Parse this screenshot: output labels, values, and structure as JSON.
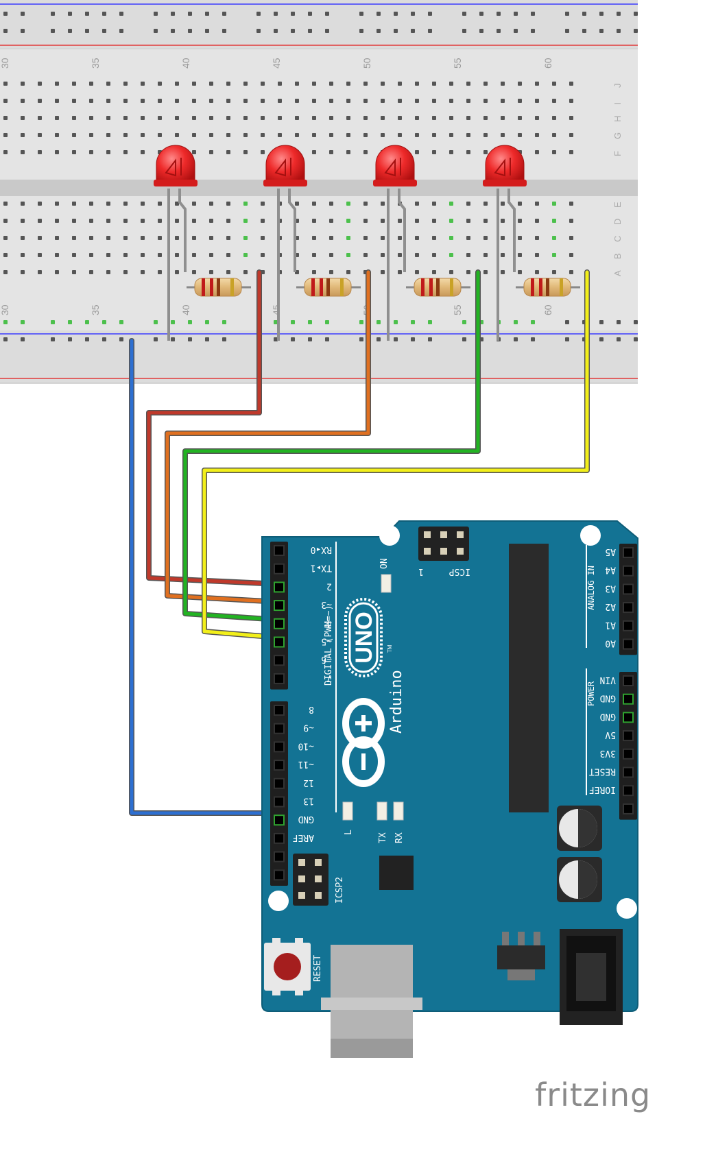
{
  "breadboard": {
    "column_numbers": [
      "30",
      "35",
      "40",
      "45",
      "50",
      "55",
      "60"
    ],
    "row_letters_top": [
      "J",
      "I",
      "H",
      "G",
      "F"
    ],
    "row_letters_bottom": [
      "E",
      "D",
      "C",
      "B",
      "A"
    ]
  },
  "components": {
    "leds": [
      "LED 1",
      "LED 2",
      "LED 3",
      "LED 4"
    ],
    "resistors": [
      "R1",
      "R2",
      "R3",
      "R4"
    ]
  },
  "wires": [
    {
      "color": "#c0392b",
      "to_pin": "2"
    },
    {
      "color": "#e07020",
      "to_pin": "3"
    },
    {
      "color": "#22b322",
      "to_pin": "4"
    },
    {
      "color": "#f2ef1a",
      "to_pin": "5"
    },
    {
      "color": "#2d6fd1",
      "to_pin": "GND"
    }
  ],
  "arduino": {
    "board_color": "#137394",
    "model": "UNO",
    "brand": "Arduino",
    "tm": "TM",
    "on_label": "ON",
    "icsp_label": "ICSP",
    "icsp_pin1": "1",
    "icsp2_label": "ICSP2",
    "digital_label": "DIGITAL (PWM=~)",
    "analog_label": "ANALOG IN",
    "power_label": "POWER",
    "reset_label": "RESET",
    "led_l": "L",
    "led_tx": "TX",
    "led_rx": "RX",
    "digital_pins_top": [
      "RX◂0",
      "TX▸1",
      "2",
      "~3",
      "4",
      "~5",
      "~6",
      "7"
    ],
    "digital_pins_bottom": [
      "8",
      "~9",
      "~10",
      "~11",
      "12",
      "13",
      "GND",
      "AREF"
    ],
    "analog_pins": [
      "A5",
      "A4",
      "A3",
      "A2",
      "A1",
      "A0"
    ],
    "power_pins": [
      "VIN",
      "GND",
      "GND",
      "5V",
      "3V3",
      "RESET",
      "IOREF"
    ]
  },
  "watermark": "fritzing"
}
